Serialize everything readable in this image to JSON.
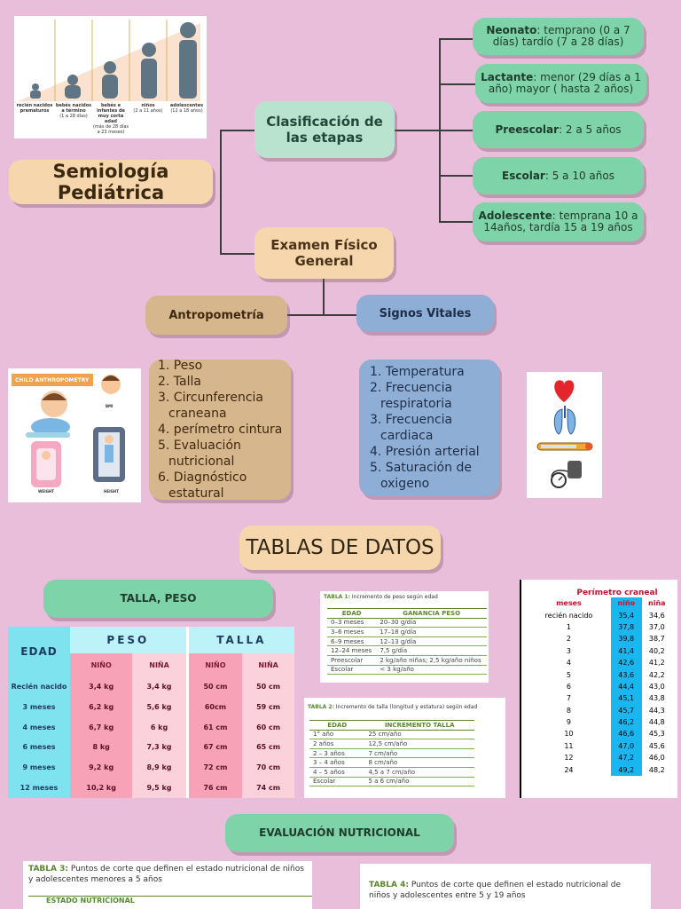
{
  "title": "Semiología Pediátrica",
  "ages_image": {
    "labels": [
      "recién nacidos prematuros",
      "bebés nacidos a término",
      "bebés e infantes de muy corta edad",
      "niños",
      "adolescentes"
    ],
    "sub": [
      "",
      "(1 a 28 días)",
      "(más de 28 días a 23 meses)",
      "(2 a 11 años)",
      "(12 a 18 años)"
    ]
  },
  "nodes": {
    "clasificacion": "Clasificación de las etapas",
    "examen": "Examen Físico General",
    "antropometria": "Antropometría",
    "signos": "Signos Vitales",
    "tablas": "TABLAS DE DATOS",
    "talla_peso": "TALLA, PESO",
    "eval_nutricional": "EVALUACIÓN NUTRICIONAL"
  },
  "stages": [
    {
      "label": "Neonato",
      "text": ": temprano (0  a 7 días) tardío (7 a 28 días)"
    },
    {
      "label": "Lactante",
      "text": ": menor (29  días a 1 año) mayor ( hasta 2 años)"
    },
    {
      "label": "Preescolar",
      "text": ": 2 a 5 años"
    },
    {
      "label": "Escolar",
      "text": ": 5 a 10 años"
    },
    {
      "label": "Adolescente",
      "text": ":  temprana 10 a 14años, tardía 15 a 19 años"
    }
  ],
  "antro_list": [
    "1. Peso",
    "2. Talla",
    "3. Circunferencia craneana",
    "4. perímetro cintura",
    "5. Evaluación nutricional",
    "6. Diagnóstico estatural"
  ],
  "signos_list": [
    "1. Temperatura",
    "2. Frecuencia respiratoria",
    "3. Frecuencia cardiaca",
    "4. Presión arterial",
    "5. Saturación de oxigeno"
  ],
  "antro_image": {
    "banner": "CHILD ANTHROPOMETRY",
    "bmi": "BMI",
    "weight": "WEIGHT",
    "height": "HEIGHT"
  },
  "growth_table": {
    "edad": "EDAD",
    "peso": "PESO",
    "talla": "TALLA",
    "nino": "NIÑO",
    "nina": "NIÑA",
    "rows": [
      [
        "Recién nacido",
        "3,4 kg",
        "3,4 kg",
        "50 cm",
        "50 cm"
      ],
      [
        "3 meses",
        "6,2 kg",
        "5,6 kg",
        "60cm",
        "59 cm"
      ],
      [
        "4 meses",
        "6,7 kg",
        "6 kg",
        "61 cm",
        "60 cm"
      ],
      [
        "6 meses",
        "8 kg",
        "7,3 kg",
        "67 cm",
        "65 cm"
      ],
      [
        "9 meses",
        "9,2 kg",
        "8,9 kg",
        "72 cm",
        "70 cm"
      ],
      [
        "12 meses",
        "10,2 kg",
        "9,5 kg",
        "76 cm",
        "74 cm"
      ]
    ]
  },
  "tabla1": {
    "caption_bold": "TABLA 1:",
    "caption": " Incremento de peso según edad",
    "headers": [
      "EDAD",
      "GANANCIA PESO"
    ],
    "rows": [
      [
        "0–3 meses",
        "20–30 g/día"
      ],
      [
        "3–6 meses",
        "17–18 g/día"
      ],
      [
        "6–9 meses",
        "12–13 g/día"
      ],
      [
        "12–24 meses",
        "7,5 g/día"
      ],
      [
        "Preescolar",
        "2 kg/año niñas; 2,5 kg/año niños"
      ],
      [
        "Escolar",
        "< 3 kg/año"
      ]
    ]
  },
  "tabla2": {
    "caption_bold": "TABLA 2:",
    "caption": " Incremento de talla (longitud y estatura) según edad",
    "headers": [
      "EDAD",
      "INCREMENTO TALLA"
    ],
    "rows": [
      [
        "1° año",
        "25 cm/año"
      ],
      [
        "2 años",
        "12,5 cm/año"
      ],
      [
        "2 – 3 años",
        "7 cm/año"
      ],
      [
        "3 – 4 años",
        "8 cm/año"
      ],
      [
        "4 – 5 años",
        "4,5 a 7 cm/año"
      ],
      [
        "Escolar",
        "5 a 6 cm/año"
      ]
    ]
  },
  "perimetro": {
    "title": "Perímetro craneal",
    "headers": [
      "meses",
      "niño",
      "niña"
    ],
    "rows": [
      [
        "recién nacido",
        "35,4",
        "34,6"
      ],
      [
        "1",
        "37,8",
        "37,0"
      ],
      [
        "2",
        "39,8",
        "38,7"
      ],
      [
        "3",
        "41,4",
        "40,2"
      ],
      [
        "4",
        "42,6",
        "41,2"
      ],
      [
        "5",
        "43,6",
        "42,2"
      ],
      [
        "6",
        "44,4",
        "43,0"
      ],
      [
        "7",
        "45,1",
        "43,8"
      ],
      [
        "8",
        "45,7",
        "44,3"
      ],
      [
        "9",
        "46,2",
        "44,8"
      ],
      [
        "10",
        "46,6",
        "45,3"
      ],
      [
        "11",
        "47,0",
        "45,6"
      ],
      [
        "12",
        "47,2",
        "46,0"
      ],
      [
        "24",
        "49,2",
        "48,2"
      ]
    ]
  },
  "tabla3": {
    "caption_bold": "TABLA 3:",
    "caption": " Puntos de corte que definen el estado nutricional de niños y adolescentes menores a 5 años",
    "header": "ESTADO NUTRICIONAL"
  },
  "tabla4": {
    "caption_bold": "TABLA 4:",
    "caption": " Puntos de corte que definen el estado nutricional de niños y adolescentes entre 5 y 19 años"
  },
  "colors": {
    "background": "#e9bedb",
    "green": "#7fd3a8",
    "peach": "#f6d7ad",
    "tan": "#d6b68d",
    "blue": "#8faed6"
  }
}
